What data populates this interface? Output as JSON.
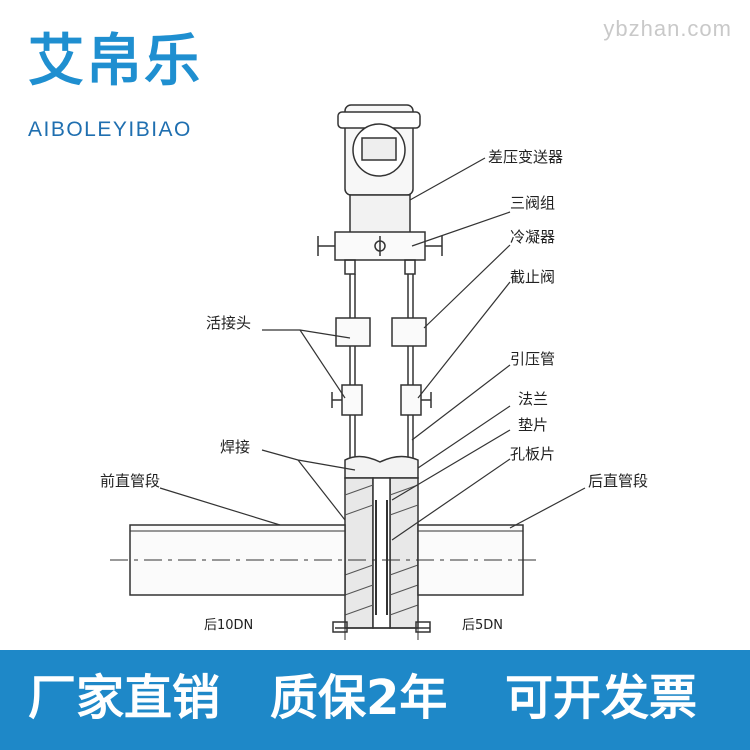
{
  "brand": {
    "logo_text": "艾帛乐",
    "logo_sub": "AIBOLEYIBIAO",
    "watermark": "ybzhan.com"
  },
  "diagram": {
    "labels": {
      "transmitter": "差压变送器",
      "valve_group": "三阀组",
      "condenser": "冷凝器",
      "stop_valve": "截止阀",
      "union": "活接头",
      "impulse_tube": "引压管",
      "flange": "法兰",
      "gasket": "垫片",
      "weld": "焊接",
      "orifice": "孔板片",
      "front_straight": "前直管段",
      "rear_straight": "后直管段",
      "dim_front": "后10DN",
      "dim_rear": "后5DN"
    }
  },
  "banner": {
    "bg_color": "#1e88c8",
    "slogans": [
      "厂家直销",
      "质保2年",
      "可开发票"
    ]
  }
}
